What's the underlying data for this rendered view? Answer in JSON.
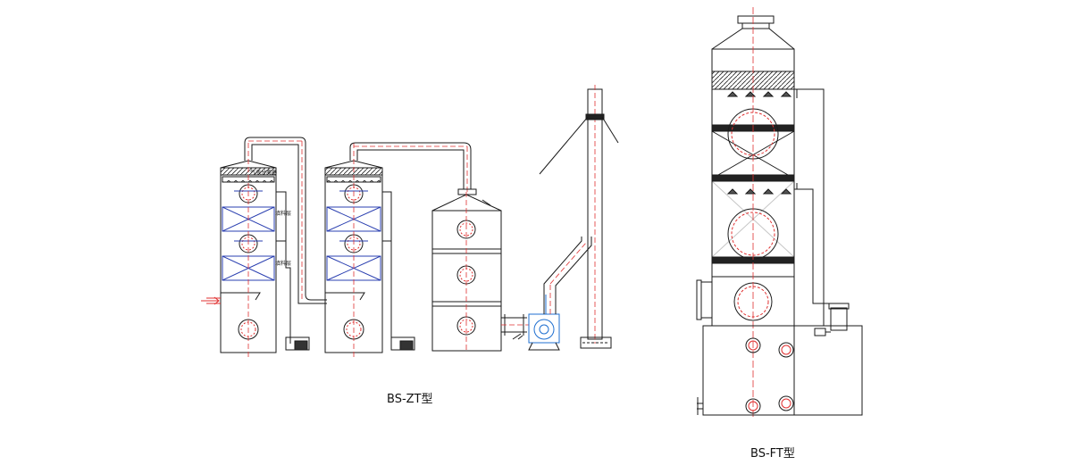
{
  "captions": {
    "zt_model": "BS-ZT型",
    "ft_model": "BS-FT型"
  },
  "tower_labels": {
    "demister": "气液分离器",
    "packing_upper": "填料层",
    "packing_lower": "填料层"
  },
  "colors": {
    "outline": "#1a1a1a",
    "centerline": "#e03030",
    "packing": "#2a3fb0",
    "fan": "#1f6fd0"
  }
}
